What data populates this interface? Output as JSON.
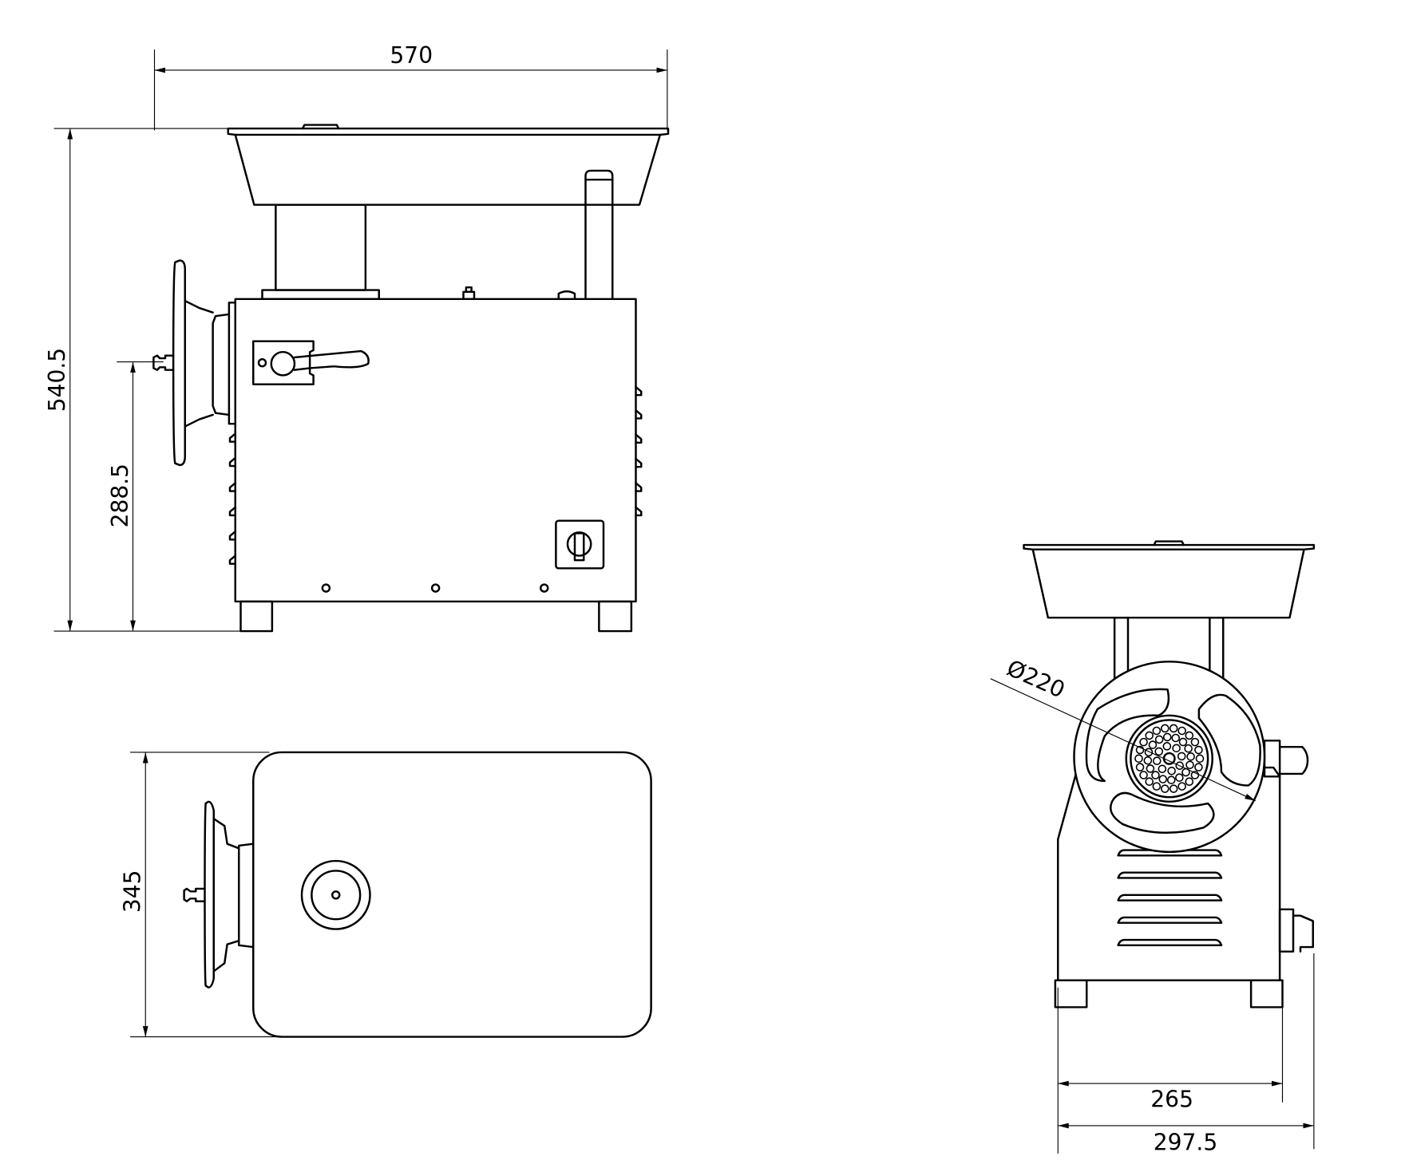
{
  "title": "Meat grinder dimensional drawing",
  "dimensions": {
    "side_width": "570",
    "side_height": "540.5",
    "outlet_height": "288.5",
    "top_depth": "345",
    "wheel_diameter": "Ø220",
    "front_body_width": "265",
    "front_total_width": "297.5"
  },
  "colors": {
    "line": "#000000",
    "background": "#ffffff"
  }
}
